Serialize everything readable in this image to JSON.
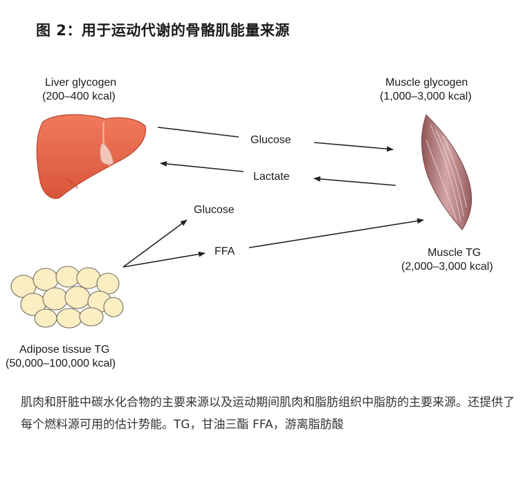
{
  "figure": {
    "title": "图 2：用于运动代谢的骨骼肌能量来源"
  },
  "diagram": {
    "liver": {
      "name": "Liver glycogen",
      "energy": "(200–400 kcal)"
    },
    "muscle_glycogen": {
      "name": "Muscle glycogen",
      "energy": "(1,000–3,000 kcal)"
    },
    "muscle_tg": {
      "name": "Muscle TG",
      "energy": "(2,000–3,000 kcal)"
    },
    "adipose": {
      "name": "Adipose tissue TG",
      "energy": "(50,000–100,000 kcal)"
    },
    "flows": {
      "glucose_liver_muscle": "Glucose",
      "lactate": "Lactate",
      "glucose_adipose": "Glucose",
      "ffa": "FFA"
    },
    "colors": {
      "liver": "#e8664a",
      "muscle": "#b47a7a",
      "adipose": "#fbeec2",
      "arrow": "#222222"
    }
  },
  "caption": {
    "text": "肌肉和肝脏中碳水化合物的主要来源以及运动期间肌肉和脂肪组织中脂肪的主要来源。还提供了每个燃料源可用的估计势能。TG，甘油三酯 FFA，游离脂肪酸"
  }
}
